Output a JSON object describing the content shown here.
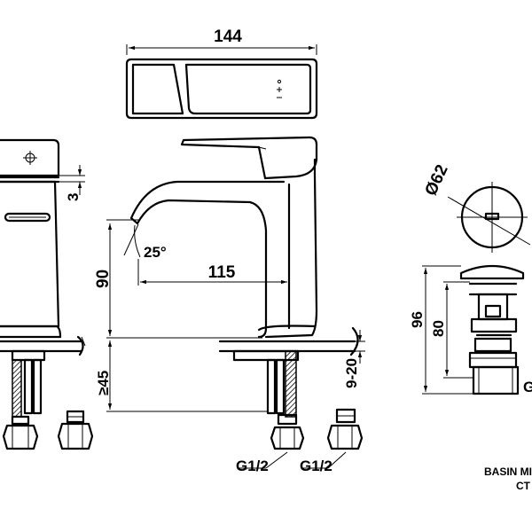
{
  "dimensions": {
    "width_top": "144",
    "height_spout": "90",
    "reach": "115",
    "angle": "25°",
    "thickness_hole": "3",
    "counter_min": "≥45",
    "counter_range": "9-20",
    "thread_left": "G1/2",
    "thread_right": "G1/2",
    "waste_diameter": "Ø62",
    "waste_height_total": "96",
    "waste_height_body": "80",
    "waste_thread_partial": "G"
  },
  "caption": {
    "line1": "BASIN MI",
    "line2": "CT"
  },
  "colors": {
    "ink": "#000000",
    "paper": "#ffffff"
  }
}
